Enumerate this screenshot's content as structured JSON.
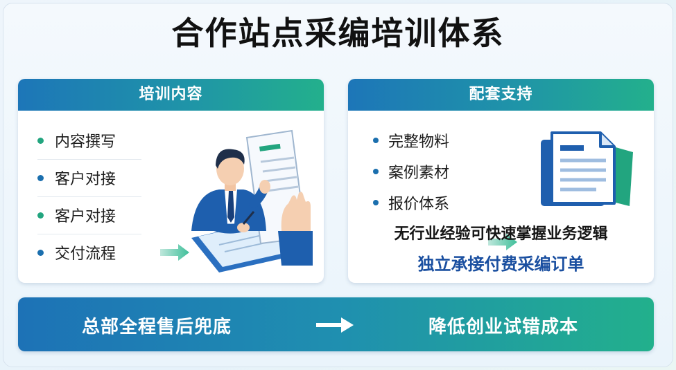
{
  "title": "合作站点采编培训体系",
  "training": {
    "header": "培训内容",
    "items": [
      "内容撰写",
      "客户对接",
      "客户对接",
      "交付流程"
    ]
  },
  "support": {
    "header": "配套支持",
    "items": [
      "完整物料",
      "案例素材",
      "报价体系"
    ],
    "statement_1": "无行业经验可快速掌握业务逻辑",
    "statement_2": "独立承接付费采编订单"
  },
  "bottom": {
    "left": "总部全程售后兜底",
    "right": "降低创业试错成本"
  },
  "colors": {
    "accent_blue": "#1d76b8",
    "accent_green": "#23b08c",
    "dot_blue": "#1b6fae",
    "dot_green": "#22a57f",
    "dark_blue_text": "#1a4fa0"
  },
  "icons": {
    "training_illustration": "person-signing-document-icon",
    "support_illustration": "stacked-documents-icon",
    "flow_arrow": "right-arrow-icon"
  }
}
